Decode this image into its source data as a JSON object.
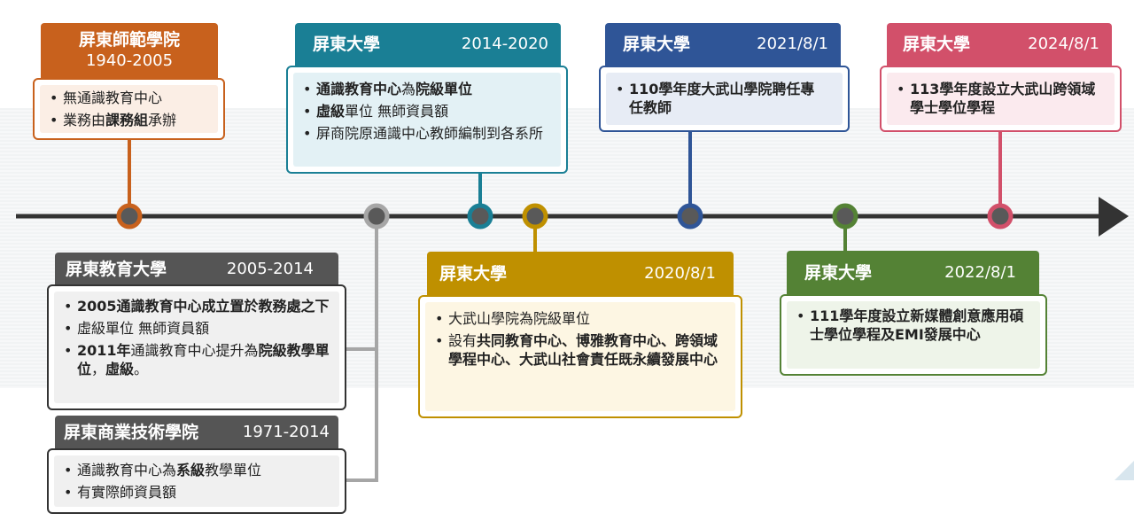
{
  "colors": {
    "axis": "#333333",
    "orange": "#c8611d",
    "teal": "#1a7f95",
    "blue": "#2f5597",
    "pink": "#d2506a",
    "gray": "#555555",
    "gold": "#bf9000",
    "green": "#548235"
  },
  "arrow_icon": "arrow-right-icon",
  "orange_card": {
    "name": "屏東師範學院",
    "date": "1940-2005",
    "items": [
      [
        {
          "t": "無通識教育中心",
          "b": false
        }
      ],
      [
        {
          "t": "業務由",
          "b": false
        },
        {
          "t": "課務組",
          "b": true
        },
        {
          "t": "承辦",
          "b": false
        }
      ]
    ]
  },
  "teal_card": {
    "name": "屏東大學",
    "date": "2014-2020",
    "items": [
      [
        {
          "t": "通識教育中心",
          "b": true
        },
        {
          "t": "為",
          "b": false
        },
        {
          "t": "院級單位",
          "b": true
        }
      ],
      [
        {
          "t": "虛級",
          "b": true
        },
        {
          "t": "單位 無師資員額",
          "b": false
        }
      ],
      [
        {
          "t": "屏商院原通識中心教師編制到各系所",
          "b": false
        }
      ]
    ]
  },
  "blue_card": {
    "name": "屏東大學",
    "date": "2021/8/1",
    "items": [
      [
        {
          "t": "110學年度大武山學院聘任專任教師",
          "b": true
        }
      ]
    ]
  },
  "pink_card": {
    "name": "屏東大學",
    "date": "2024/8/1",
    "items": [
      [
        {
          "t": "113學年度設立大武山跨領域學士學位學程",
          "b": true
        }
      ]
    ]
  },
  "gray_card": {
    "name": "屏東教育大學",
    "date": "2005-2014",
    "items": [
      [
        {
          "t": "2005通識教育中心成立置於教務處之下",
          "b": true
        }
      ],
      [
        {
          "t": "虛級單位 無師資員額",
          "b": false
        }
      ],
      [
        {
          "t": "2011年",
          "b": true
        },
        {
          "t": "通識教育中心提升為",
          "b": false
        },
        {
          "t": "院級教學單位",
          "b": true
        },
        {
          "t": "，",
          "b": false
        },
        {
          "t": "虛級",
          "b": true
        },
        {
          "t": "。",
          "b": false
        }
      ]
    ]
  },
  "gray2_card": {
    "name": "屏東商業技術學院",
    "date": "1971-2014",
    "items": [
      [
        {
          "t": "通識教育中心為",
          "b": false
        },
        {
          "t": "系級",
          "b": true
        },
        {
          "t": "教學單位",
          "b": false
        }
      ],
      [
        {
          "t": "有實際師資員額",
          "b": false
        }
      ]
    ]
  },
  "gold_card": {
    "name": "屏東大學",
    "date": "2020/8/1",
    "items": [
      [
        {
          "t": "大武山學院為院級單位",
          "b": false
        }
      ],
      [
        {
          "t": "設有",
          "b": false
        },
        {
          "t": "共同教育中心、博雅教育中心、跨領域學程中心、大武山社會責任既永續發展中心",
          "b": true
        }
      ]
    ]
  },
  "green_card": {
    "name": "屏東大學",
    "date": "2022/8/1",
    "items": [
      [
        {
          "t": "111學年度設立新媒體創意應用碩士學位學程及EMI發展中心",
          "b": true
        }
      ]
    ]
  }
}
